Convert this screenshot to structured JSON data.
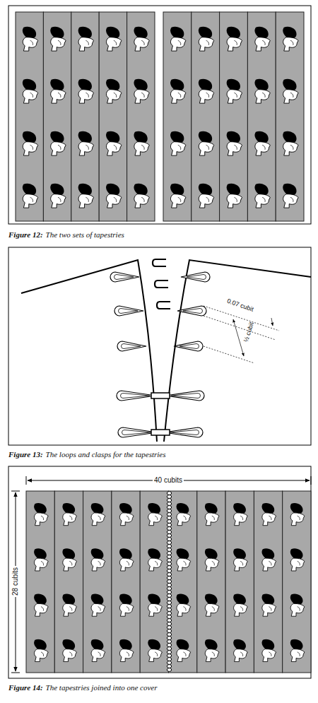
{
  "diagram": {
    "labels": [
      "Figure 12:",
      "The two sets of tapestries",
      "0.07 cubit",
      "½ cubit",
      "Figure 13:",
      "The loops and clasps for the tapestries",
      "40 cubits",
      "28 cubits",
      "Figure 14:",
      "The tapestries joined into one cover"
    ]
  }
}
